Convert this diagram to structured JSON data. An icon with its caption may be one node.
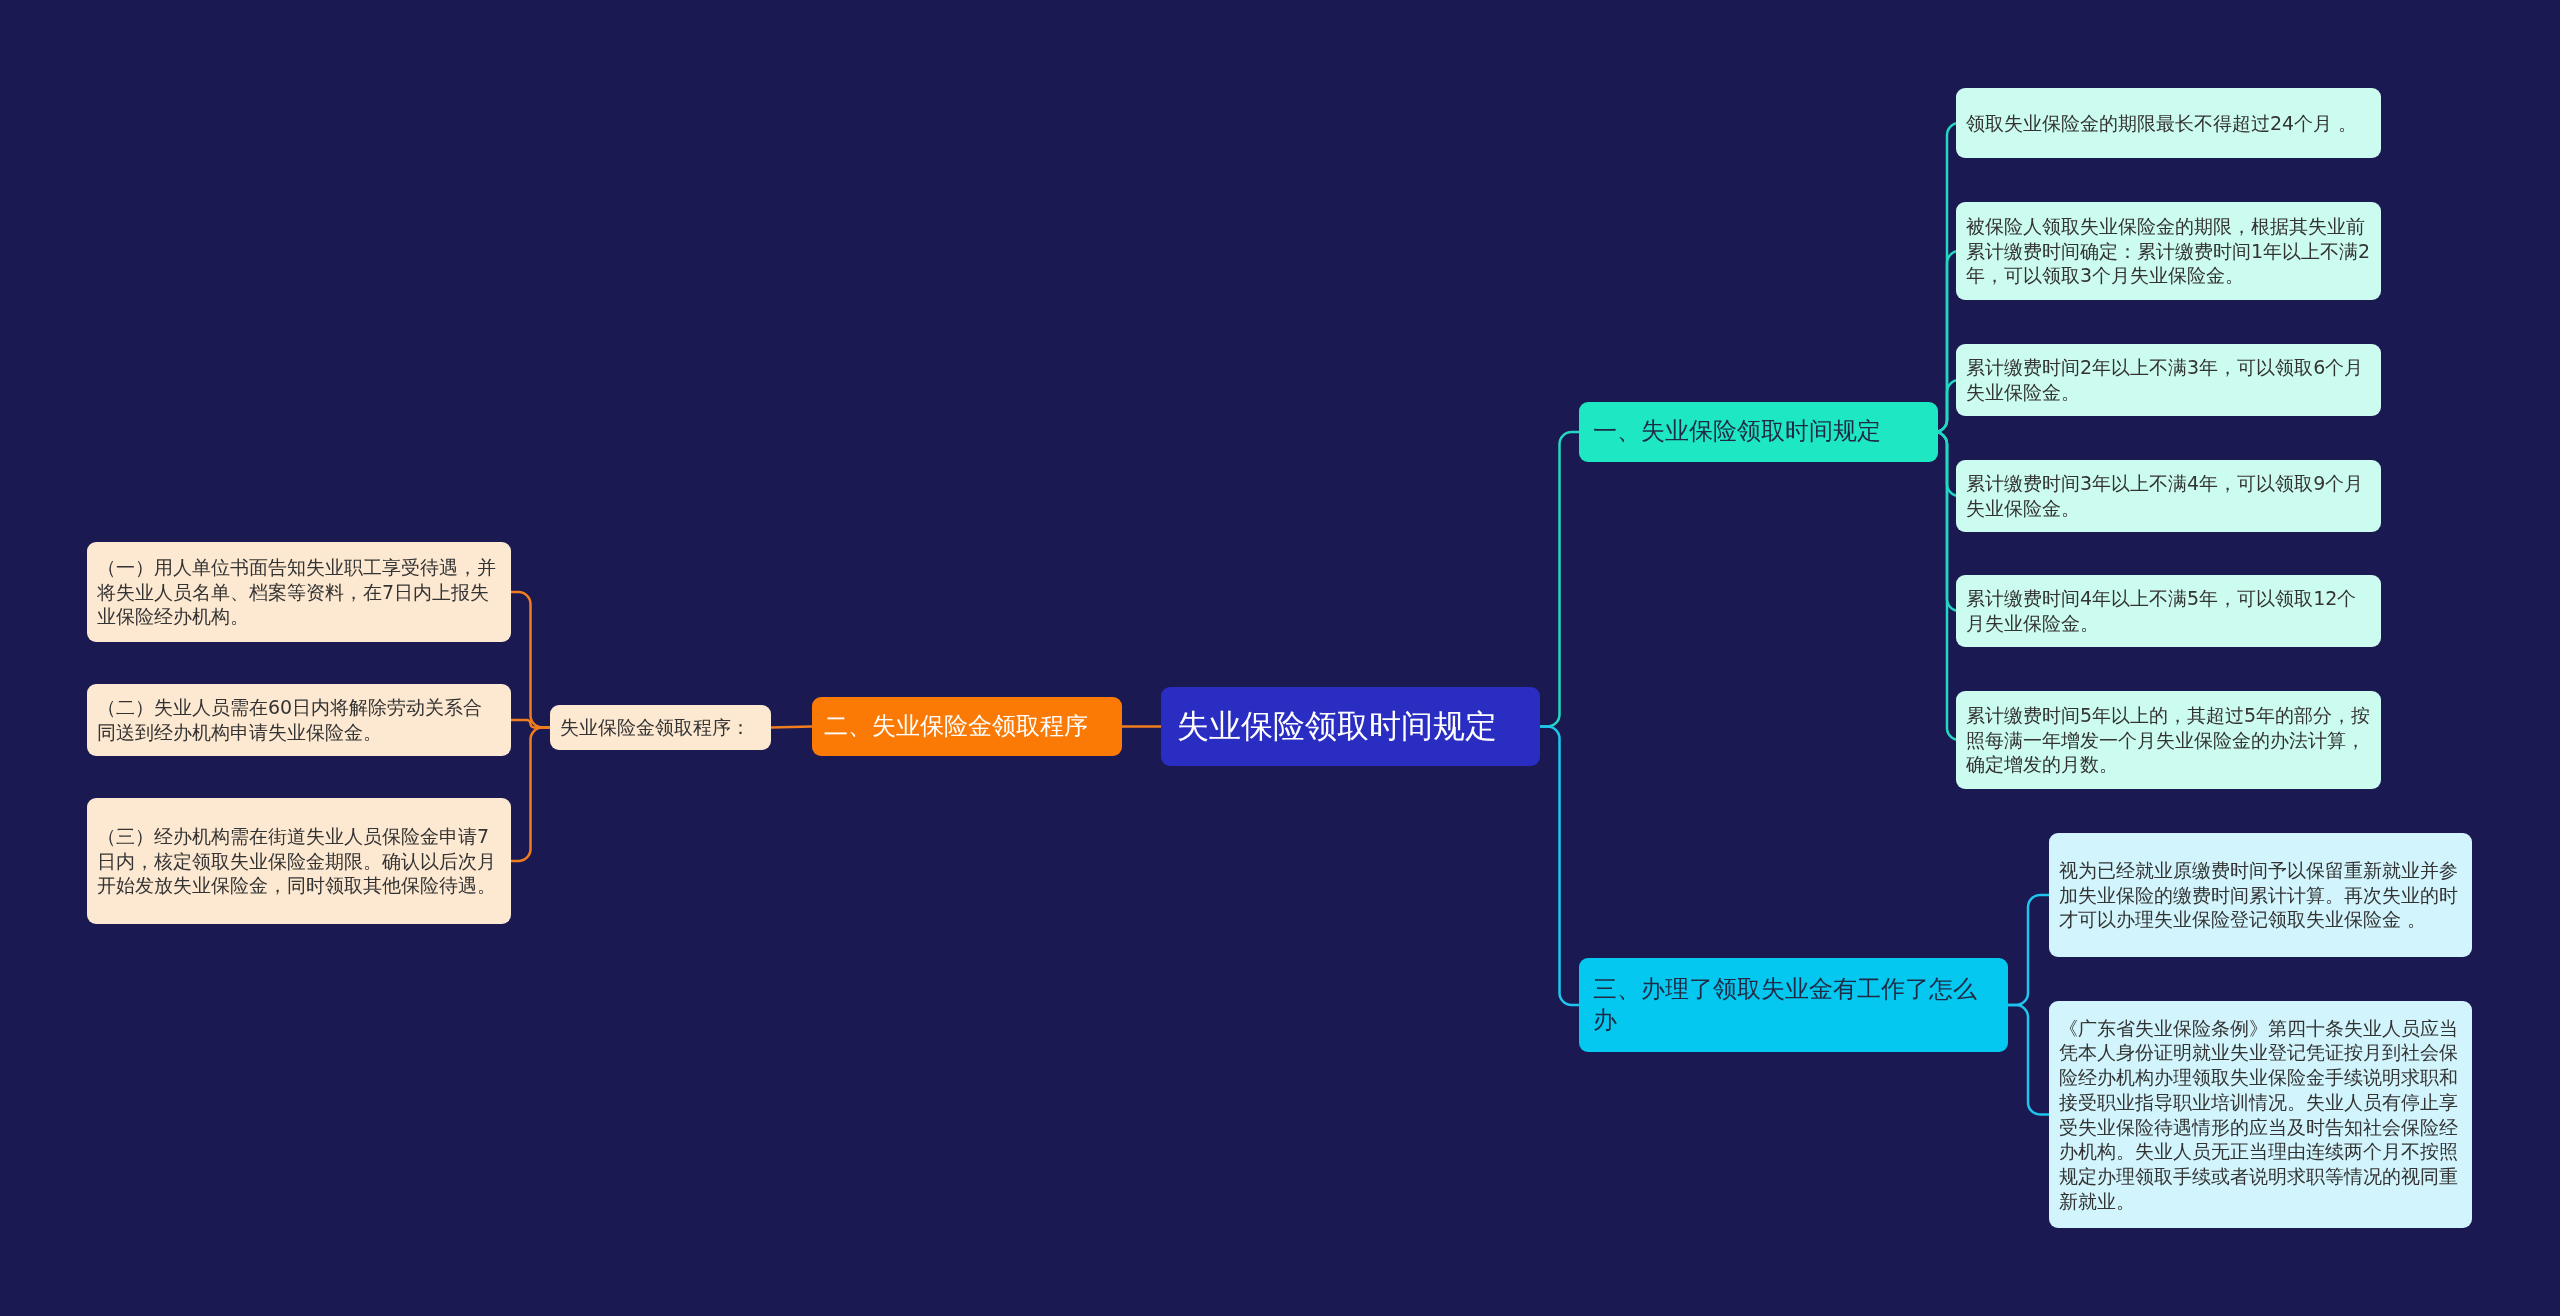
{
  "diagram": {
    "nodes": [
      {
        "text": [
          "失业保险领取时间规定"
        ]
      },
      {
        "text": [
          "一、失业保险领取时间规定"
        ]
      },
      {
        "text": [
          "领取失业保险金的期限最长不得超过24个月 。"
        ]
      },
      {
        "text": [
          "被保险人领取失业保险金的期限，根据其失业前累计缴费时间确定：累计缴费时间1年以上不满2年，可以领取3个月失业保险金。"
        ]
      },
      {
        "text": [
          "累计缴费时间2年以上不满3年，可以领取6个月失业保险金。"
        ]
      },
      {
        "text": [
          "累计缴费时间3年以上不满4年，可以领取9个月失业保险金。"
        ]
      },
      {
        "text": [
          "累计缴费时间4年以上不满5年，可以领取12个月失业保险金。"
        ]
      },
      {
        "text": [
          "累计缴费时间5年以上的，其超过5年的部分，按照每满一年增发一个月失业保险金的办法计算，确定增发的月数。"
        ]
      },
      {
        "text": [
          "二、失业保险金领取程序"
        ]
      },
      {
        "text": [
          "失业保险金领取程序："
        ]
      },
      {
        "text": [
          "（一）用人单位书面告知失业职工享受待遇，并将失业人员名单、档案等资料，在7日内上报失业保险经办机构。"
        ]
      },
      {
        "text": [
          "（二）失业人员需在60日内将解除劳动关系合同送到经办机构申请失业保险金。"
        ]
      },
      {
        "text": [
          "（三）经办机构需在街道失业人员保险金申请7日内，核定领取失业保险金期限。确认以后次月开始发放失业保险金，同时领取其他保险待遇。"
        ]
      },
      {
        "text": [
          "三、办理了领取失业金有工作了怎么办"
        ]
      },
      {
        "text": [
          "视为已经就业原缴费时间予以保留重新就业并参加失业保险的缴费时间累计计算。再次失业的时才可以办理失业保险登记领取失业保险金 。"
        ]
      },
      {
        "text": [
          "《广东省失业保险条例》第四十条失业人员应当凭本人身份证明就业失业登记凭证按月到社会保险经办机构办理领取失业保险金手续说明求职和接受职业指导职业培训情况。失业人员有停止享受失业保险待遇情形的应当及时告知社会保险经办机构。失业人员无正当理由连续两个月不按照规定办理领取手续或者说明求职等情况的视同重新就业。"
        ]
      }
    ],
    "edges": [
      {
        "from": 0,
        "to": 1,
        "arrow": "none"
      },
      {
        "from": 1,
        "to": 2,
        "arrow": "none"
      },
      {
        "from": 1,
        "to": 3,
        "arrow": "none"
      },
      {
        "from": 1,
        "to": 4,
        "arrow": "none"
      },
      {
        "from": 1,
        "to": 5,
        "arrow": "none"
      },
      {
        "from": 1,
        "to": 6,
        "arrow": "none"
      },
      {
        "from": 1,
        "to": 7,
        "arrow": "none"
      },
      {
        "from": 0,
        "to": 8,
        "arrow": "none",
        "color": "#f07d1e"
      },
      {
        "from": 8,
        "to": 9,
        "arrow": "none",
        "color": "#f07d1e"
      },
      {
        "from": 9,
        "to": 10,
        "arrow": "none",
        "color": "#f07d1e"
      },
      {
        "from": 9,
        "to": 11,
        "arrow": "none",
        "color": "#f07d1e"
      },
      {
        "from": 9,
        "to": 12,
        "arrow": "none",
        "color": "#f07d1e"
      },
      {
        "from": 0,
        "to": 13,
        "arrow": "none",
        "color": "#1ec6ee"
      },
      {
        "from": 13,
        "to": 14,
        "arrow": "none",
        "color": "#1ec6ee"
      },
      {
        "from": 13,
        "to": 15,
        "arrow": "none",
        "color": "#1ec6ee"
      }
    ]
  }
}
